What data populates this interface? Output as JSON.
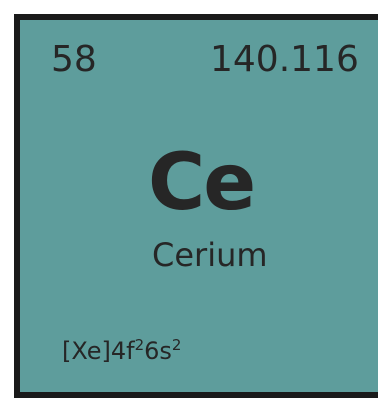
{
  "element": {
    "atomic_number": "58",
    "atomic_mass": "140.116",
    "symbol": "Ce",
    "name": "Cerium",
    "electron_configuration": {
      "core": "[Xe]",
      "part1_orbital": "4f",
      "part1_electrons": "2",
      "part2_orbital": "6s",
      "part2_electrons": "2"
    }
  },
  "colors": {
    "tile_background": "#5e9d9c",
    "border": "#1a1a1a",
    "text": "#262626"
  }
}
